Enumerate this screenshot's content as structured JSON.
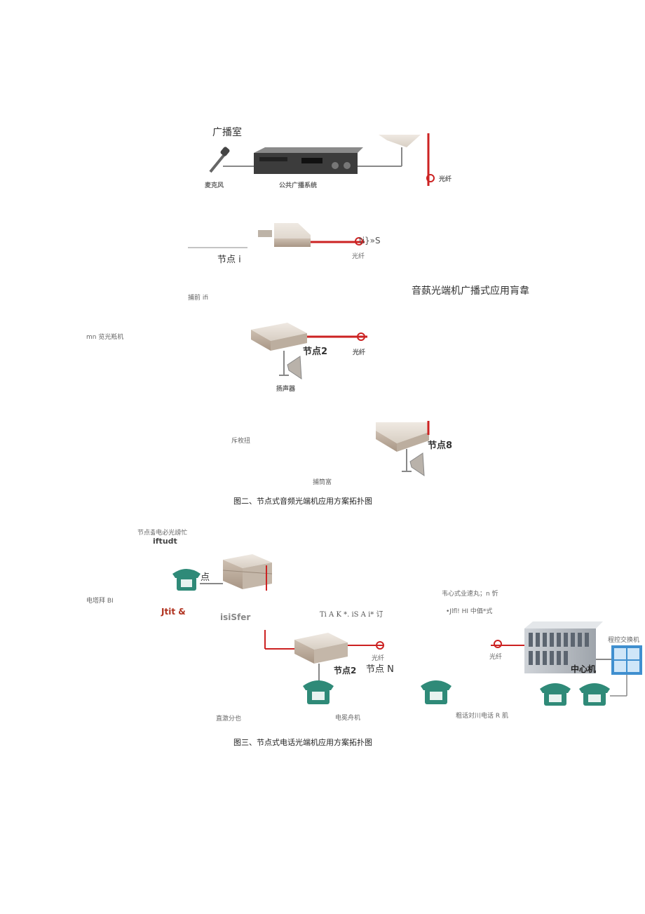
{
  "figure2": {
    "broadcast_room": "广播室",
    "microphone": "麦克风",
    "pa_system": "公共广播系统",
    "fiber_top": "光纤",
    "node1": "节点 i",
    "garbled_right": "ti}»S",
    "fiber_mid": "光纤",
    "app_title": "音蓺光端机广播式应用肓韋",
    "small_left": "捕前 ifi",
    "side_label": "mn 览光羝机",
    "node2": "节点2",
    "fiber_node2": "光纤",
    "speaker": "扬声器",
    "small_mid": "斥枚扭",
    "node8": "节点8",
    "small_bottom": "捕筒富",
    "caption": "图二、节点式音频光端机应用方案拓扑图"
  },
  "figure3": {
    "top_label_1": "节点촓电必光謗忙",
    "top_label_2": "iftudt",
    "node_label": "点",
    "left_label": "电塔拜 BI",
    "red_label_1": "Jtit",
    "red_label_2": "&",
    "gray_label": "isiSfer",
    "mid_label": "Ti A K *. iS A i* 订",
    "right_label_1": "韦心式业速丸；n 忻",
    "right_label_2": "•Jlfl! HI 中価*式",
    "fiber_node2": "光纤",
    "node2": "节点2",
    "nodeN": "节点 N",
    "fiber_center": "光纤",
    "center": "中心机",
    "pbx": "程控交换机",
    "bottom_left": "直激分也",
    "bottom_mid": "电冕舟机",
    "bottom_right": "粗话対川电话 R 肌",
    "caption": "图三、节点式电话光端机应用方案拓扑图"
  },
  "colors": {
    "fiber": "#cc2222",
    "phone": "#2f8a78",
    "device": "#d9d2c8"
  }
}
